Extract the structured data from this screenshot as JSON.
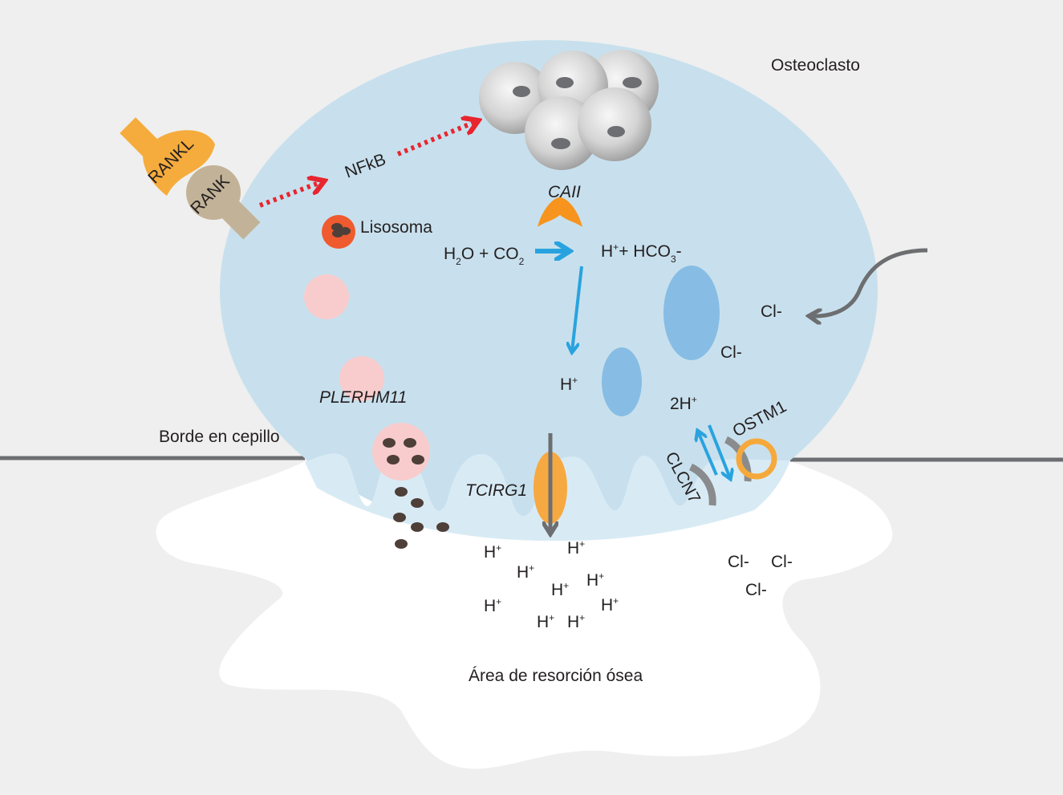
{
  "labels": {
    "osteoclast": "Osteoclasto",
    "rankl": "RANKL",
    "rank": "RANK",
    "nfkb": "NFkB",
    "lysosome": "Lisosoma",
    "caii": "CAII",
    "h2o": "H",
    "h2o_sub": "2",
    "h2o_rest": "O + CO",
    "co2_sub": "2",
    "hplus_base": "H",
    "plus": "+",
    "hco3": "+ HCO",
    "hco3_sub": "3",
    "hco3_minus": "-",
    "h_inner": "H",
    "two_h": "2H",
    "cl_minus": "Cl-",
    "plerhm11": "PLERHM11",
    "brush_border": "Borde en cepillo",
    "tcirg1": "TCIRG1",
    "ostm1": "OSTM1",
    "clcn7": "CLCN7",
    "resorption_area": "Área de resorción ósea"
  },
  "colors": {
    "background": "#efefef",
    "cell": "#c8e0ed",
    "brush_border": "#d8ebf5",
    "bone_area": "#ffffff",
    "rankl": "#f5ac3c",
    "rank": "#c2b398",
    "red_arrow": "#e8252e",
    "blue_arrow": "#29a3df",
    "gray": "#6d6e71",
    "caii": "#f7941d",
    "lysosome": "#ef5a2f",
    "vesicle": "#f8cccc",
    "ion_channel": "#87bde4",
    "tcirg1": "#f7a941",
    "ostm1": "#f6a93b",
    "granule": "#4e3f39"
  }
}
